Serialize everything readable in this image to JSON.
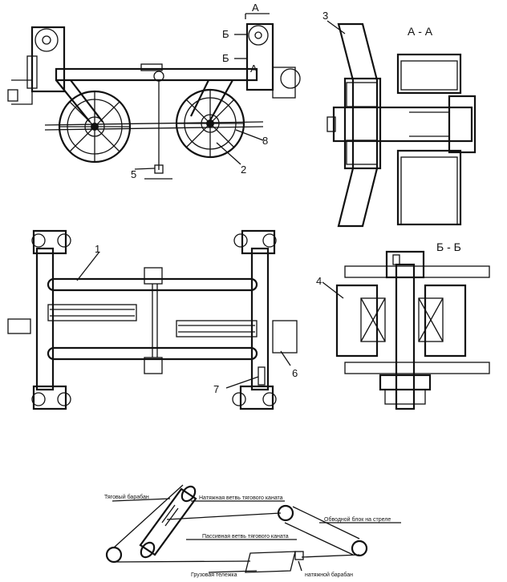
{
  "labels": {
    "n1": "1",
    "n2": "2",
    "n3": "3",
    "n4": "4",
    "n5": "5",
    "n6": "6",
    "n7": "7",
    "n8": "8",
    "mark_a_top": "А",
    "mark_a_bottom": "А",
    "mark_b_top": "Б",
    "mark_b_bottom": "Б"
  },
  "sections": {
    "aa": "А - А",
    "bb": "Б - Б"
  },
  "scheme": {
    "traction_drum": "Тяговый барабан",
    "tension_branch": "Натяжная  ветвь  тягового каната",
    "passive_branch": "Пассивная ветвь тягового каната",
    "deflection_block": "Обводной блок на  стреле",
    "cargo_trolley": "Грузовая тележка",
    "tension_drum": "натяжной барабан"
  }
}
